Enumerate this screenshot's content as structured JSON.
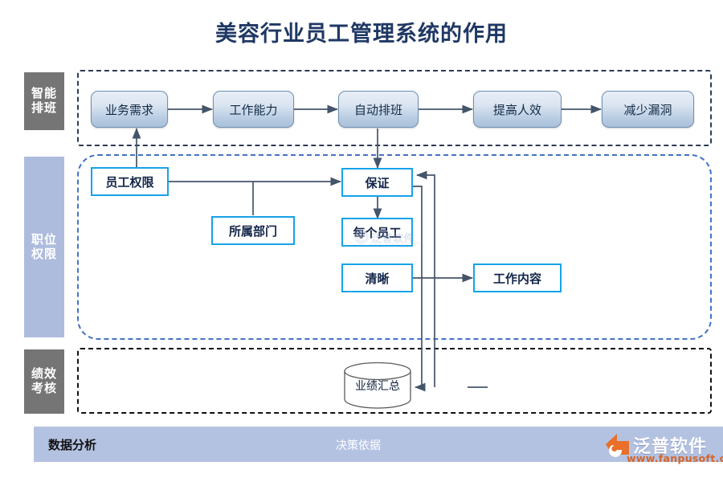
{
  "title": "美容行业员工管理系统的作用",
  "sections": [
    {
      "label": "智能\n排班",
      "label_lines": [
        "智能",
        "排班"
      ],
      "style": "gray"
    },
    {
      "label": "职位\n权限",
      "label_lines": [
        "职位",
        "权限"
      ],
      "style": "blue"
    },
    {
      "label": "绩效\n考核",
      "label_lines": [
        "绩效",
        "考核"
      ],
      "style": "gray"
    }
  ],
  "sidebar": {
    "item0_line0": "智能",
    "item0_line1": "排班",
    "item1_line0": "职位",
    "item1_line1": "权限",
    "item2_line0": "绩效",
    "item2_line1": "考核"
  },
  "scheduling_row": {
    "n0": "业务需求",
    "n1": "工作能力",
    "n2": "自动排班",
    "n3": "提高人效",
    "n4": "减少漏洞"
  },
  "permission_nodes": {
    "employee_permission": "员工权限",
    "department": "所属部门",
    "guarantee": "保证",
    "each_employee": "每个员工",
    "clear": "清晰",
    "work_content": "工作内容"
  },
  "performance": {
    "datastore": "业绩汇总"
  },
  "footer": {
    "left": "数据分析",
    "middle": "决策依据"
  },
  "logo": {
    "brand": "泛普软件",
    "url": "www.fanpusoft.com"
  },
  "watermark": {
    "brand": "泛普软件",
    "url": "www.fanpusoft.com"
  },
  "colors": {
    "title": "#1f3864",
    "node_border_blue": "#17a2e8",
    "section_blue_dashed": "#4472c4",
    "sidebar_gray": "#757575",
    "sidebar_blue": "#adbbdd",
    "footer_bar": "#b4c2e2",
    "arrow": "#44546a",
    "logo_orange": "#d4662a"
  },
  "diagram": {
    "type": "flowchart",
    "flows": [
      "业务需求 → 工作能力 → 自动排班 → 提高人效 → 减少漏洞",
      "员工权限 ↑ 业务需求",
      "员工权限 → 保证",
      "所属部门 ↑ (合流) → 保证",
      "自动排班 ↓ 保证",
      "保证 ↓ 每个员工",
      "清晰 → 工作内容",
      "保证 ↓ 业绩汇总 (反馈)",
      "业绩汇总 ↑ 保证 (回路)"
    ]
  }
}
